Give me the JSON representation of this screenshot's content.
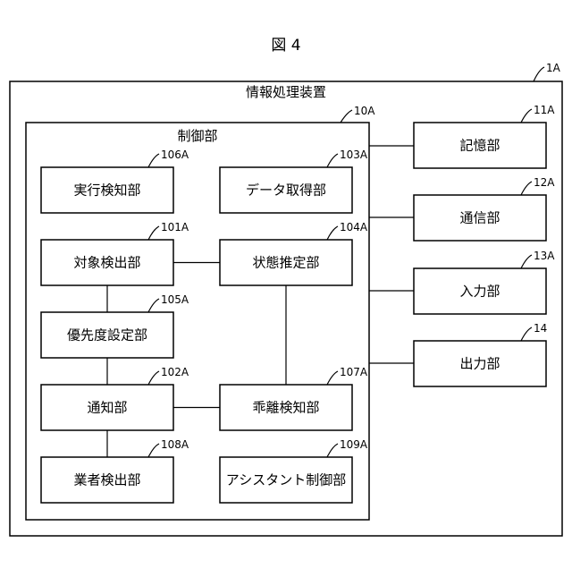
{
  "figure_title": "図 4",
  "outer": {
    "label": "情報処理装置",
    "ref": "1A"
  },
  "control": {
    "label": "制御部",
    "ref": "10A"
  },
  "modules": [
    {
      "id": "106A",
      "label": "実行検知部",
      "ref": "106A"
    },
    {
      "id": "101A",
      "label": "対象検出部",
      "ref": "101A"
    },
    {
      "id": "105A",
      "label": "優先度設定部",
      "ref": "105A"
    },
    {
      "id": "102A",
      "label": "通知部",
      "ref": "102A"
    },
    {
      "id": "108A",
      "label": "業者検出部",
      "ref": "108A"
    },
    {
      "id": "103A",
      "label": "データ取得部",
      "ref": "103A"
    },
    {
      "id": "104A",
      "label": "状態推定部",
      "ref": "104A"
    },
    {
      "id": "107A",
      "label": "乖離検知部",
      "ref": "107A"
    },
    {
      "id": "109A",
      "label": "アシスタント制御部",
      "ref": "109A"
    }
  ],
  "peripherals": [
    {
      "id": "11A",
      "label": "記憶部",
      "ref": "11A"
    },
    {
      "id": "12A",
      "label": "通信部",
      "ref": "12A"
    },
    {
      "id": "13A",
      "label": "入力部",
      "ref": "13A"
    },
    {
      "id": "14",
      "label": "出力部",
      "ref": "14"
    }
  ],
  "connections": [
    [
      "101A",
      "104A"
    ],
    [
      "101A",
      "105A"
    ],
    [
      "105A",
      "102A"
    ],
    [
      "102A",
      "108A"
    ],
    [
      "102A",
      "107A"
    ],
    [
      "104A",
      "107A"
    ]
  ]
}
